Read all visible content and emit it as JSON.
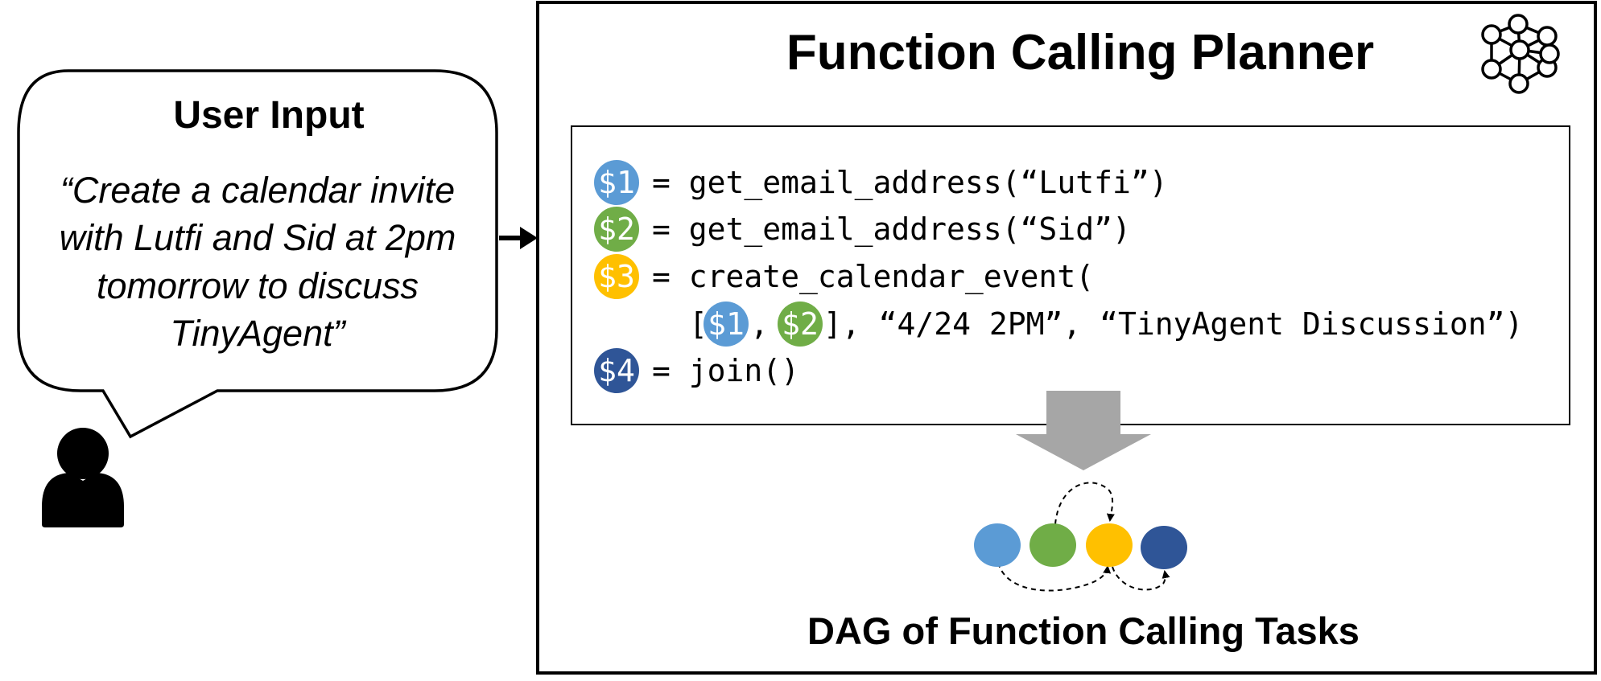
{
  "user_input": {
    "heading": "User Input",
    "quote_lines": [
      "“Create a calendar invite",
      "with Lutfi and Sid at 2pm",
      "tomorrow to discuss",
      "TinyAgent”"
    ]
  },
  "planner": {
    "title": "Function Calling Planner",
    "icon": "neural-network-icon",
    "code": {
      "line1": {
        "var": "$1",
        "rest": "= get_email_address(“Lutfi”)"
      },
      "line2": {
        "var": "$2",
        "rest": "= get_email_address(“Sid”)"
      },
      "line3": {
        "var": "$3",
        "rest": "= create_calendar_event("
      },
      "line4": {
        "open": "[",
        "arg1": "$1",
        "sep": ",",
        "arg2": "$2",
        "rest": "], “4/24 2PM”, “TinyAgent Discussion”)"
      },
      "line5": {
        "var": "$4",
        "rest": "= join()"
      }
    }
  },
  "dag": {
    "label": "DAG of Function Calling Tasks"
  },
  "colors": {
    "task1": "#5B9BD5",
    "task2": "#70AD47",
    "task3": "#FFC000",
    "task4": "#2F5597",
    "arrow_gray": "#A6A6A6"
  }
}
